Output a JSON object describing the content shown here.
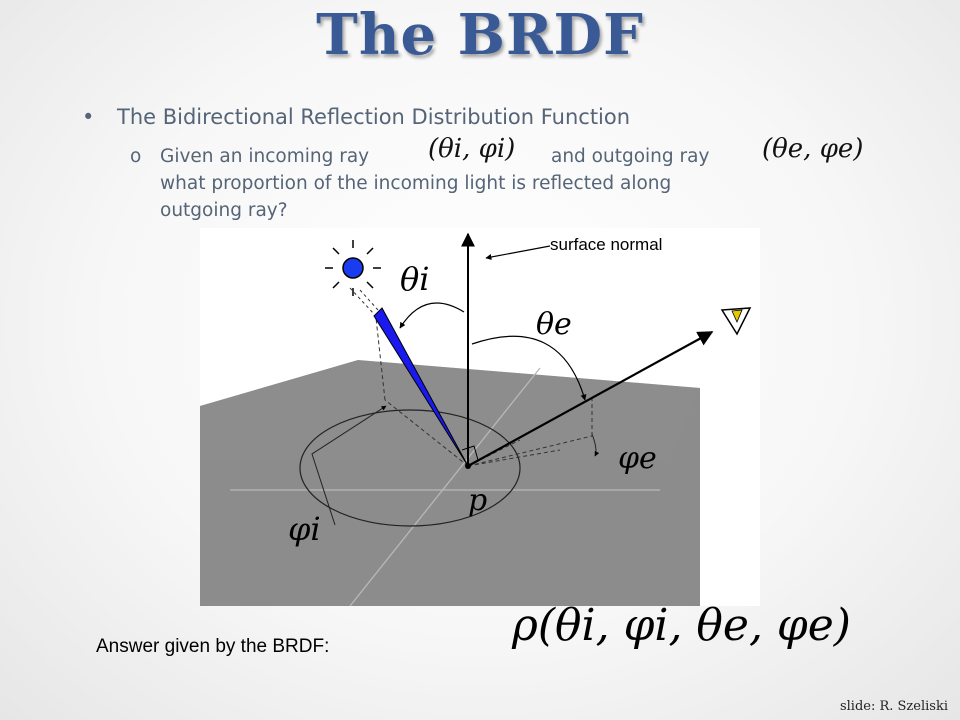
{
  "slide": {
    "title": "The BRDF",
    "bullet_marker": "•",
    "bullet": "The Bidirectional Reflection Distribution Function",
    "sub_marker": "o",
    "sub_part1": "Given an incoming ray",
    "sub_part2": "and outgoing ray",
    "sub_line2": "what proportion of the incoming light is reflected along",
    "sub_line3": "outgoing ray?",
    "incoming_math": "(θi, φi)",
    "outgoing_math": "(θe, φe)",
    "answer_label": "Answer given by the BRDF:",
    "brdf_math": "ρ(θi, φi, θe, φe)",
    "credit": "slide: R. Szeliski"
  },
  "diagram": {
    "surface_normal_label": "surface normal",
    "theta_i": "θi",
    "theta_e": "θe",
    "phi_i": "φi",
    "phi_e": "φe",
    "point": "p",
    "colors": {
      "plane": "#8c8c8c",
      "ray": "#1a1aee",
      "sun": "#1a3cf0",
      "eye": "#e6c800"
    }
  }
}
